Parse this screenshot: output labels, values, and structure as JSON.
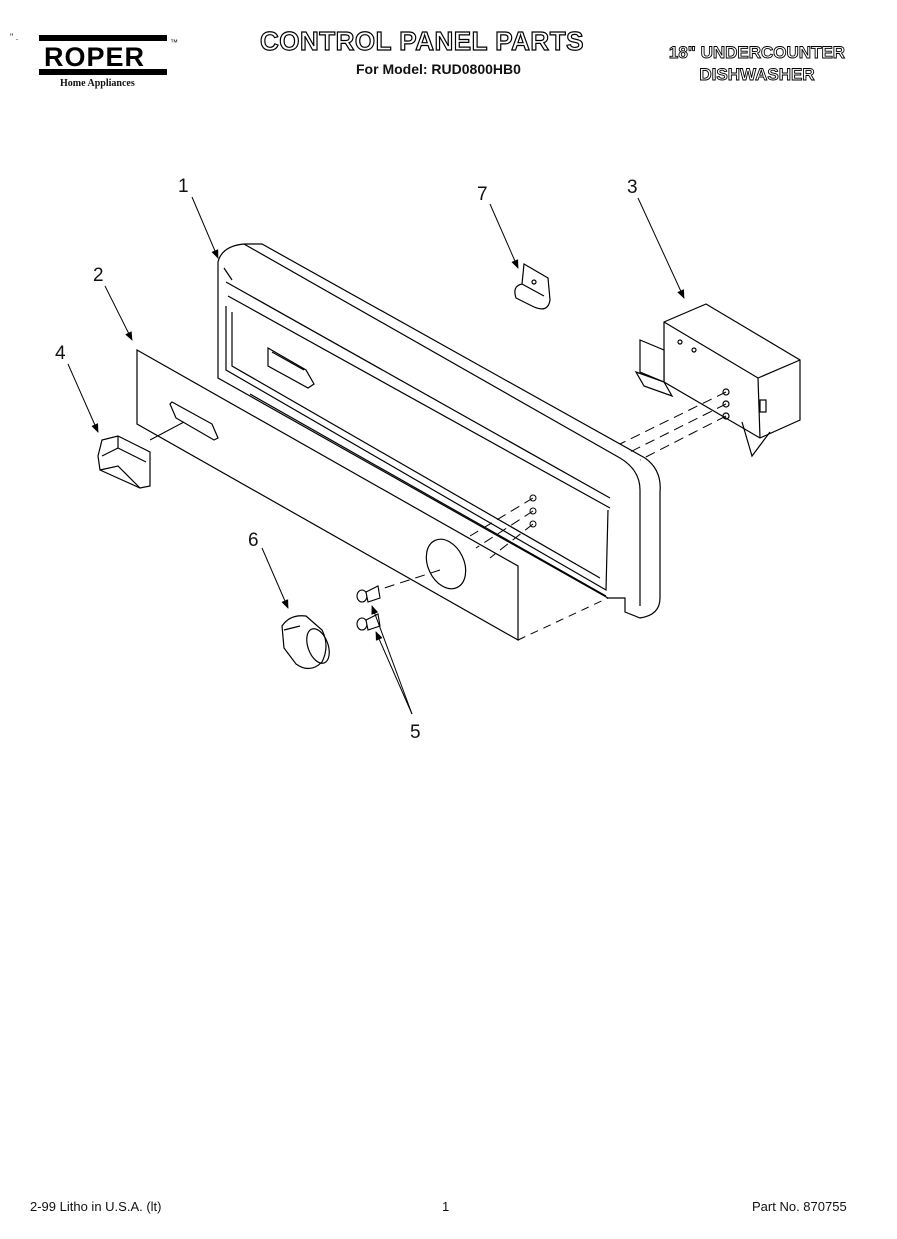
{
  "brand": {
    "logo_text": "ROPER",
    "tm": "™",
    "subtitle": "Home Appliances",
    "corner_marks": "\" ."
  },
  "header": {
    "title": "CONTROL PANEL PARTS",
    "model_line": "For Model: RUD0800HB0",
    "product_line1": "18\" UNDERCOUNTER",
    "product_line2": "DISHWASHER"
  },
  "callouts": [
    "1",
    "2",
    "3",
    "4",
    "5",
    "6",
    "7"
  ],
  "footer": {
    "left": "2-99 Litho in U.S.A. (lt)",
    "page_number": "1",
    "part_number": "Part No. 870755"
  }
}
